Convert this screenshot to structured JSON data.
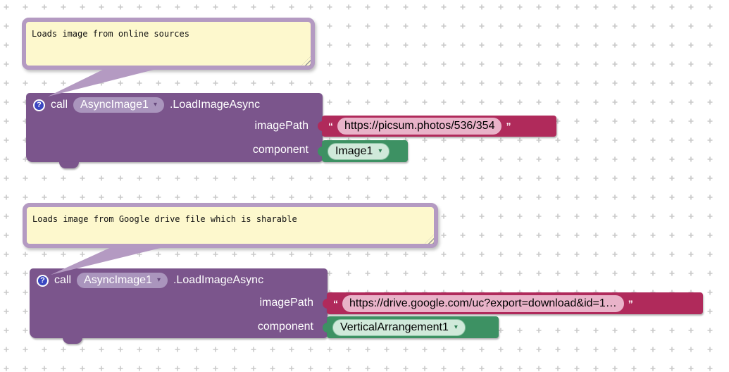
{
  "colors": {
    "block_purple": "#7b558c",
    "text_block_crimson": "#b02a5b",
    "component_block_green": "#3d9163",
    "comment_fill": "#fdf8cd",
    "comment_border": "#b49ac2",
    "help_icon_blue": "#3a47c1",
    "grid_cross": "#c9c9c9"
  },
  "comments": [
    {
      "text": "Loads image from online sources"
    },
    {
      "text": "Loads image from Google drive file which is sharable"
    }
  ],
  "blocks": [
    {
      "help_glyph": "?",
      "call_label": "call",
      "instance_name": "AsyncImage1",
      "dropdown_caret": "▾",
      "method_name": ".LoadImageAsync",
      "params": [
        {
          "label": "imagePath"
        },
        {
          "label": "component"
        }
      ],
      "image_path": {
        "open_quote": "“",
        "value": "https://picsum.photos/536/354",
        "close_quote": "”"
      },
      "component_value": {
        "name": "Image1",
        "caret": "▾"
      }
    },
    {
      "help_glyph": "?",
      "call_label": "call",
      "instance_name": "AsyncImage1",
      "dropdown_caret": "▾",
      "method_name": ".LoadImageAsync",
      "params": [
        {
          "label": "imagePath"
        },
        {
          "label": "component"
        }
      ],
      "image_path": {
        "open_quote": "“",
        "value": "https://drive.google.com/uc?export=download&id=1…",
        "close_quote": "”"
      },
      "component_value": {
        "name": "VerticalArrangement1",
        "caret": "▾"
      }
    }
  ]
}
